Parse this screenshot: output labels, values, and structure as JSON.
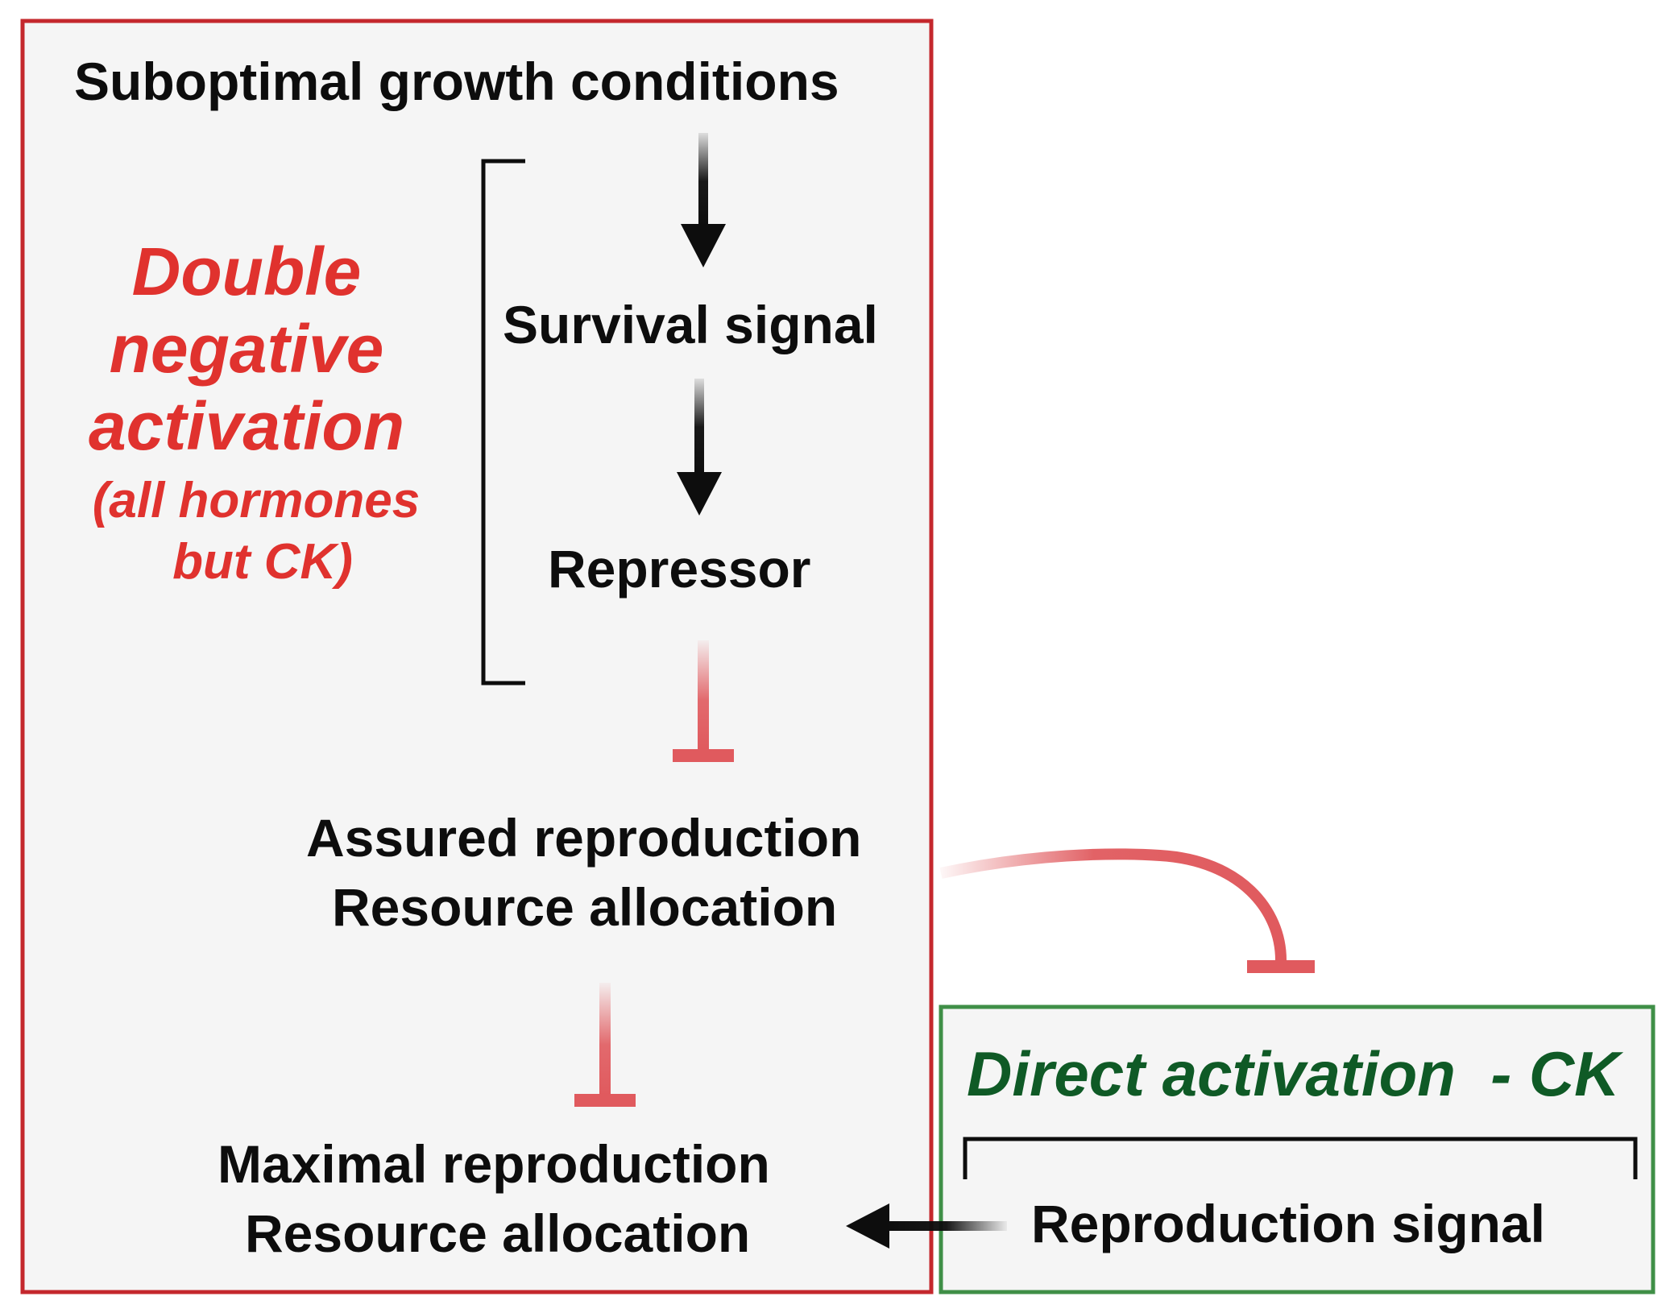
{
  "colors": {
    "left_box_border": "#c4282d",
    "left_box_fill": "#f5f5f5",
    "right_box_border": "#3f8f47",
    "right_box_fill": "#f5f5f5",
    "inhibition": "#e05a5e",
    "activation_text": "#e0322e",
    "direct_text": "#0f5a26",
    "text": "#0d0d0d"
  },
  "nodes": {
    "suboptimal": "Suboptimal growth conditions",
    "survival": "Survival signal",
    "repressor": "Repressor",
    "assured_line1": "Assured reproduction",
    "assured_line2": "Resource allocation",
    "maximal_line1": "Maximal reproduction",
    "maximal_line2": "Resource allocation",
    "reproduction_signal": "Reproduction signal"
  },
  "labels": {
    "double_negative_line1": "Double",
    "double_negative_line2": "negative",
    "double_negative_line3": "activation",
    "double_negative_line4": "(all hormones",
    "double_negative_line5": "but CK)",
    "direct_activation": "Direct activation  - CK"
  },
  "edges": [
    {
      "from": "suboptimal",
      "to": "survival",
      "type": "activation"
    },
    {
      "from": "survival",
      "to": "repressor",
      "type": "activation"
    },
    {
      "from": "repressor",
      "to": "assured",
      "type": "inhibition"
    },
    {
      "from": "assured",
      "to": "maximal",
      "type": "inhibition"
    },
    {
      "from": "assured",
      "to": "reproduction_signal",
      "type": "inhibition"
    },
    {
      "from": "reproduction_signal",
      "to": "maximal",
      "type": "activation"
    }
  ]
}
